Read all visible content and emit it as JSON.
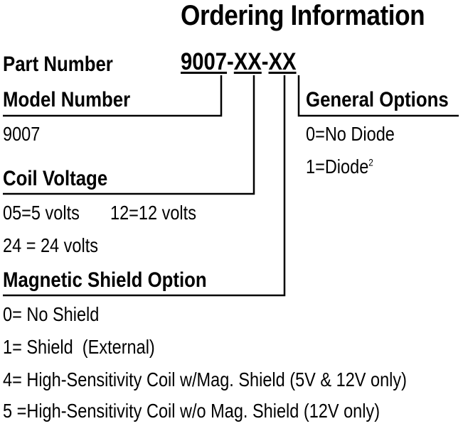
{
  "title": "Ordering Information",
  "part_number_label": "Part Number",
  "part_number": {
    "base": "9007",
    "sep1": "-",
    "code1": "XX",
    "sep2": "-",
    "code2": "XX"
  },
  "model": {
    "heading": "Model Number",
    "value": "9007"
  },
  "coil_voltage": {
    "heading": "Coil Voltage",
    "line1a": "05=5 volts",
    "line1b": "12=12 volts",
    "line2": "24 = 24 volts"
  },
  "magnetic_shield": {
    "heading": "Magnetic Shield Option",
    "options": [
      "0= No Shield",
      "1= Shield  (External)",
      "4= High-Sensitivity Coil w/Mag. Shield (5V & 12V only)",
      "5 =High-Sensitivity Coil w/o Mag. Shield (12V only)"
    ]
  },
  "general_options": {
    "heading": "General Options",
    "opt1": "0=No Diode",
    "opt2": "1=Diode",
    "opt2_note": "2"
  }
}
